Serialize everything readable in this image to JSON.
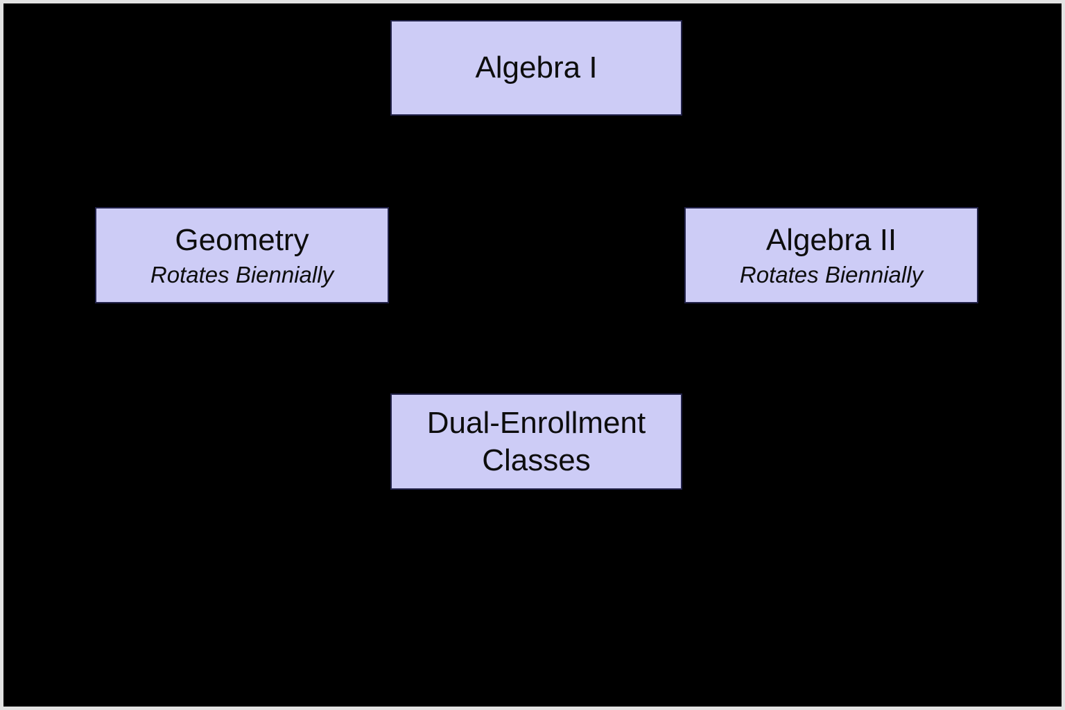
{
  "page": {
    "background_color": "#000000",
    "frame_border_color": "#e3e3e3"
  },
  "diagram": {
    "node_fill_color": "#cdccf6",
    "node_border_color": "#23234a",
    "node_text_color": "#0d0d0d",
    "nodes": [
      {
        "id": "algebra-i",
        "title": "Algebra I",
        "subtitle": ""
      },
      {
        "id": "geometry",
        "title": "Geometry",
        "subtitle": "Rotates Biennially"
      },
      {
        "id": "algebra-ii",
        "title": "Algebra II",
        "subtitle": "Rotates Biennially"
      },
      {
        "id": "dual-enrollment",
        "title": "Dual-Enrollment Classes",
        "subtitle": ""
      }
    ]
  }
}
